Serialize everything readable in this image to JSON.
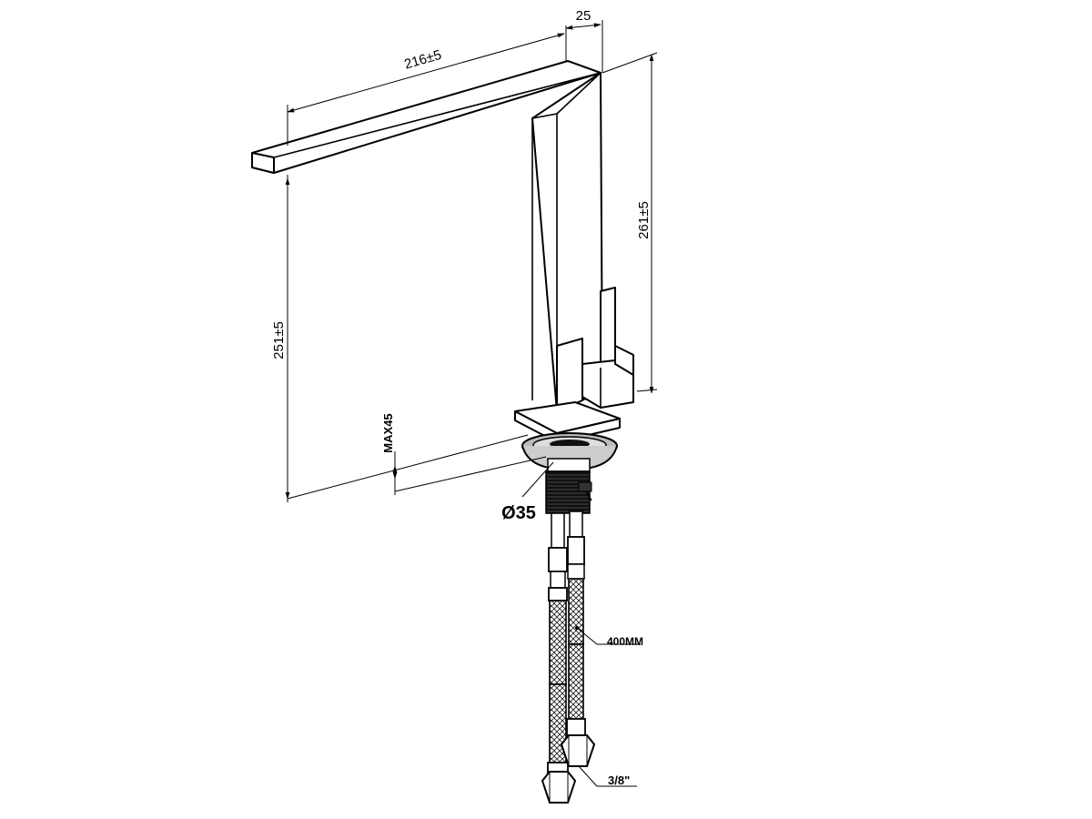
{
  "dimensions": {
    "spout_length": "216±5",
    "spout_thickness": "25",
    "total_height": "261±5",
    "spout_clearance": "251±5",
    "max_deck": "MAX45",
    "mount_diameter": "Ø35",
    "hose_length": "400MM",
    "thread_size": "3/8\""
  }
}
